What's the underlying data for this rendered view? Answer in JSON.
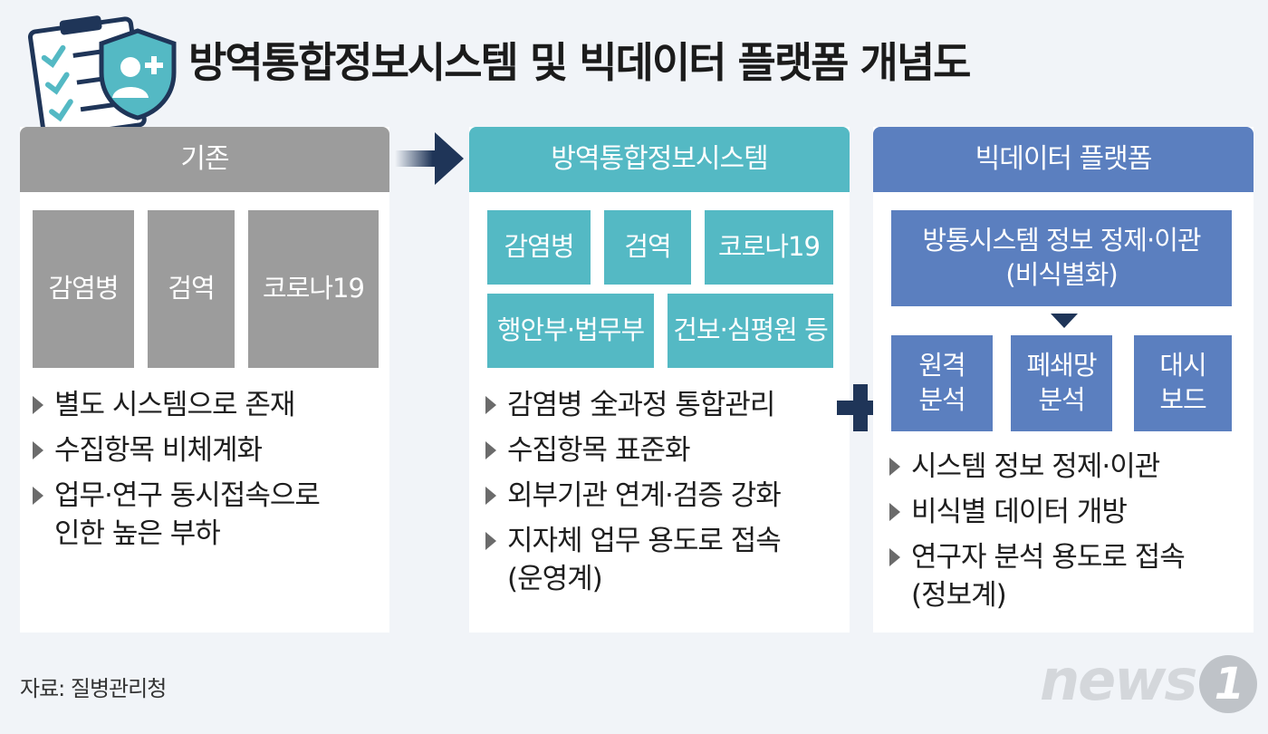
{
  "title": "방역통합정보시스템 및 빅데이터 플랫폼 개념도",
  "colors": {
    "gray": "#9c9c9c",
    "teal": "#54b9c4",
    "blue": "#5b7fbf",
    "navy": "#1f3558"
  },
  "icons": [
    "checklist-icon",
    "shield-person-icon",
    "arrow-right-icon",
    "plus-icon",
    "triangle-down-icon"
  ],
  "existing": {
    "header": "기존",
    "boxes": [
      "감염병",
      "검역",
      "코로나19"
    ],
    "bullets": [
      {
        "line1": "별도 시스템으로 존재",
        "line2": ""
      },
      {
        "line1": "수집항목 비체계화",
        "line2": ""
      },
      {
        "line1": "업무·연구 동시접속으로",
        "line2": "인한 높은 부하"
      }
    ]
  },
  "integrated": {
    "header": "방역통합정보시스템",
    "boxes_row1": [
      "감염병",
      "검역",
      "코로나19"
    ],
    "boxes_row2": [
      "행안부·법무부",
      "건보·심평원 등"
    ],
    "bullets": [
      {
        "line1": "감염병 全과정 통합관리",
        "line2": ""
      },
      {
        "line1": "수집항목 표준화",
        "line2": ""
      },
      {
        "line1": "외부기관 연계·검증 강화",
        "line2": ""
      },
      {
        "line1": "지자체 업무 용도로 접속",
        "line2": "(운영계)"
      }
    ]
  },
  "bigdata": {
    "header": "빅데이터 플랫폼",
    "top_box": {
      "line1": "방통시스템 정보 정제·이관",
      "line2": "(비식별화)"
    },
    "boxes": [
      {
        "line1": "원격",
        "line2": "분석"
      },
      {
        "line1": "폐쇄망",
        "line2": "분석"
      },
      {
        "line1": "대시",
        "line2": "보드"
      }
    ],
    "bullets": [
      {
        "line1": "시스템 정보 정제·이관",
        "line2": ""
      },
      {
        "line1": "비식별 데이터 개방",
        "line2": ""
      },
      {
        "line1": "연구자 분석 용도로 접속",
        "line2": "(정보계)"
      }
    ]
  },
  "source": "자료: 질병관리청",
  "logo": {
    "text": "news",
    "mark": "1"
  }
}
